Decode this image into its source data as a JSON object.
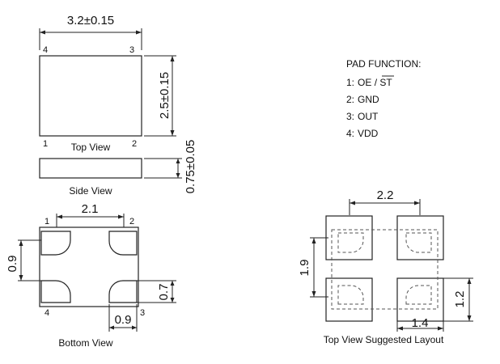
{
  "top_view": {
    "caption": "Top View",
    "width_dim": "3.2±0.15",
    "height_dim": "2.5±0.15",
    "pins": [
      "4",
      "3",
      "1",
      "2"
    ]
  },
  "side_view": {
    "caption": "Side View",
    "thickness_dim": "0.75±0.05"
  },
  "bottom_view": {
    "caption": "Bottom View",
    "pitch_x": "2.1",
    "pitch_y": "0.9",
    "pad_width": "0.9",
    "pad_height": "0.7",
    "pins": [
      "1",
      "2",
      "4",
      "3"
    ]
  },
  "pad_function": {
    "title": "PAD FUNCTION:",
    "items": [
      {
        "num": "1:",
        "name": "OE / ",
        "overline": "ST"
      },
      {
        "num": "2:",
        "name": "GND"
      },
      {
        "num": "3:",
        "name": "OUT"
      },
      {
        "num": "4:",
        "name": "VDD"
      }
    ]
  },
  "layout": {
    "caption": "Top View Suggested Layout",
    "pitch_x": "2.2",
    "pitch_y": "1.9",
    "pad_height": "1.2",
    "pad_width": "1.4"
  }
}
